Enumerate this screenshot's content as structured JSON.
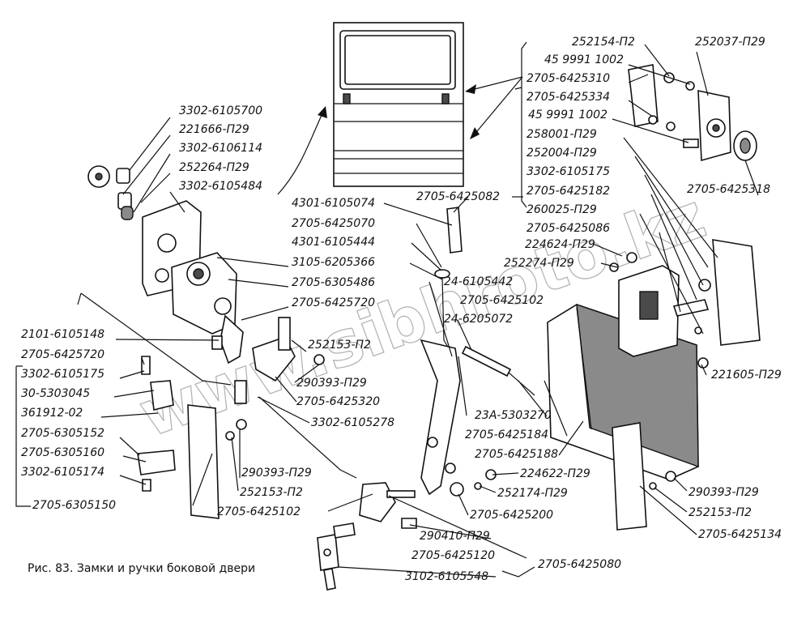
{
  "caption": "Рис. 83. Замки и ручки боковой двери",
  "watermark": "www.sibhroto.kz",
  "labels": [
    "3302-6105700",
    "221666-П29",
    "3302-6106114",
    "252264-П29",
    "3302-6105484",
    "252154-П2",
    "45 9991 1002",
    "2705-6425310",
    "2705-6425334",
    "45 9991 1002",
    "252037-П29",
    "258001-П29",
    "252004-П29",
    "3302-6105175",
    "2705-6425182",
    "2705-6425318",
    "260025-П29",
    "2705-6425086",
    "4301-6105074",
    "2705-6425082",
    "2705-6425070",
    "4301-6105444",
    "224624-П29",
    "252274-П29",
    "3105-6205366",
    "24-6105442",
    "2705-6305486",
    "2705-6425102",
    "2705-6425720",
    "24-6205072",
    "2101-6105148",
    "252153-П2",
    "2705-6425720",
    "3302-6105175",
    "290393-П29",
    "221605-П29",
    "30-5303045",
    "2705-6425320",
    "361912-02",
    "23А-5303270",
    "3302-6105278",
    "2705-6305152",
    "2705-6425184",
    "2705-6305160",
    "2705-6425188",
    "3302-6105174",
    "224622-П29",
    "290393-П29",
    "252174-П29",
    "290393-П29",
    "2705-6305150",
    "252153-П2",
    "252153-П2",
    "2705-6425102",
    "2705-6425200",
    "2705-6425134",
    "290410-П29",
    "2705-6425120",
    "2705-6425080",
    "3102-6105548"
  ]
}
